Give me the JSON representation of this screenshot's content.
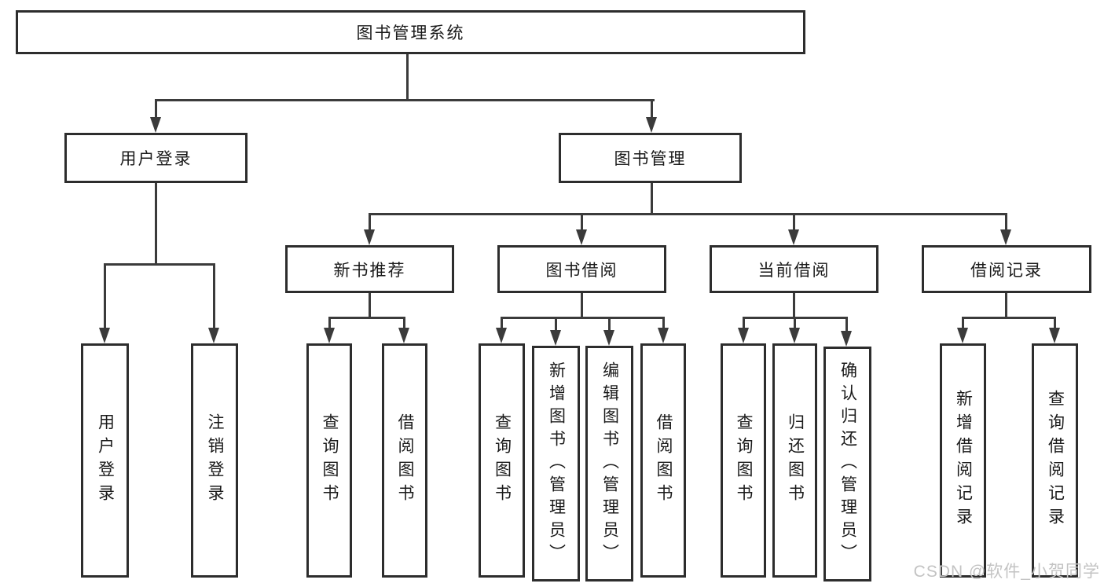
{
  "tree": {
    "label": "图书管理系统",
    "children": [
      {
        "label": "用户登录",
        "children": [
          {
            "label": "用户登录"
          },
          {
            "label": "注销登录"
          }
        ]
      },
      {
        "label": "图书管理",
        "children": [
          {
            "label": "新书推荐",
            "children": [
              {
                "label": "查询图书"
              },
              {
                "label": "借阅图书"
              }
            ]
          },
          {
            "label": "图书借阅",
            "children": [
              {
                "label": "查询图书"
              },
              {
                "label": "新增图书（管理员）"
              },
              {
                "label": "编辑图书（管理员）"
              },
              {
                "label": "借阅图书"
              }
            ]
          },
          {
            "label": "当前借阅",
            "children": [
              {
                "label": "查询图书"
              },
              {
                "label": "归还图书"
              },
              {
                "label": "确认归还（管理员）"
              }
            ]
          },
          {
            "label": "借阅记录",
            "children": [
              {
                "label": "新增借阅记录"
              },
              {
                "label": "查询借阅记录"
              }
            ]
          }
        ]
      }
    ]
  },
  "watermark": {
    "text": "CSDN @软件_小贺同学"
  },
  "colors": {
    "background": "#ffffff",
    "line": "#3b3b3b",
    "box_border": "#2d2d2d",
    "text": "#1a1a1a",
    "watermark": "#c3c3c3"
  }
}
